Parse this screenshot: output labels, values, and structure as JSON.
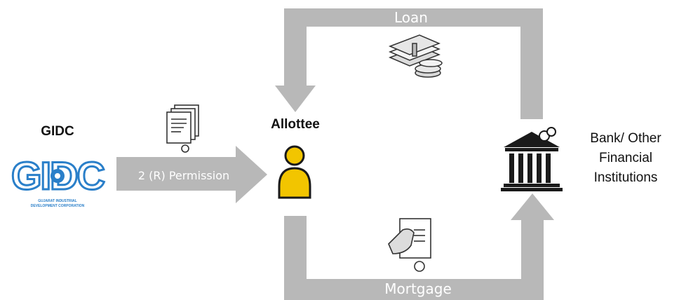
{
  "gidc": {
    "title": "GIDC",
    "logo_text": "GIDC",
    "logo_caption_line1": "GUJARAT INDUSTRIAL",
    "logo_caption_line2": "DEVELOPMENT CORPORATION"
  },
  "permission": {
    "label": "2 (R) Permission"
  },
  "allottee": {
    "title": "Allottee"
  },
  "bank": {
    "line1": "Bank/ Other",
    "line2": "Financial",
    "line3": "Institutions"
  },
  "loan": {
    "label": "Loan"
  },
  "mortgage": {
    "label": "Mortgage"
  },
  "colors": {
    "arrow_gray": "#b8b8b8",
    "arrow_label": "#ffffff",
    "logo_blue": "#2a7fc9",
    "person_yellow": "#f2c500",
    "icon_dark": "#1a1a1a"
  },
  "icons": [
    "document-certificate-icon",
    "money-cash-coins-icon",
    "person-icon",
    "bank-building-icon",
    "mortgage-document-icon"
  ]
}
